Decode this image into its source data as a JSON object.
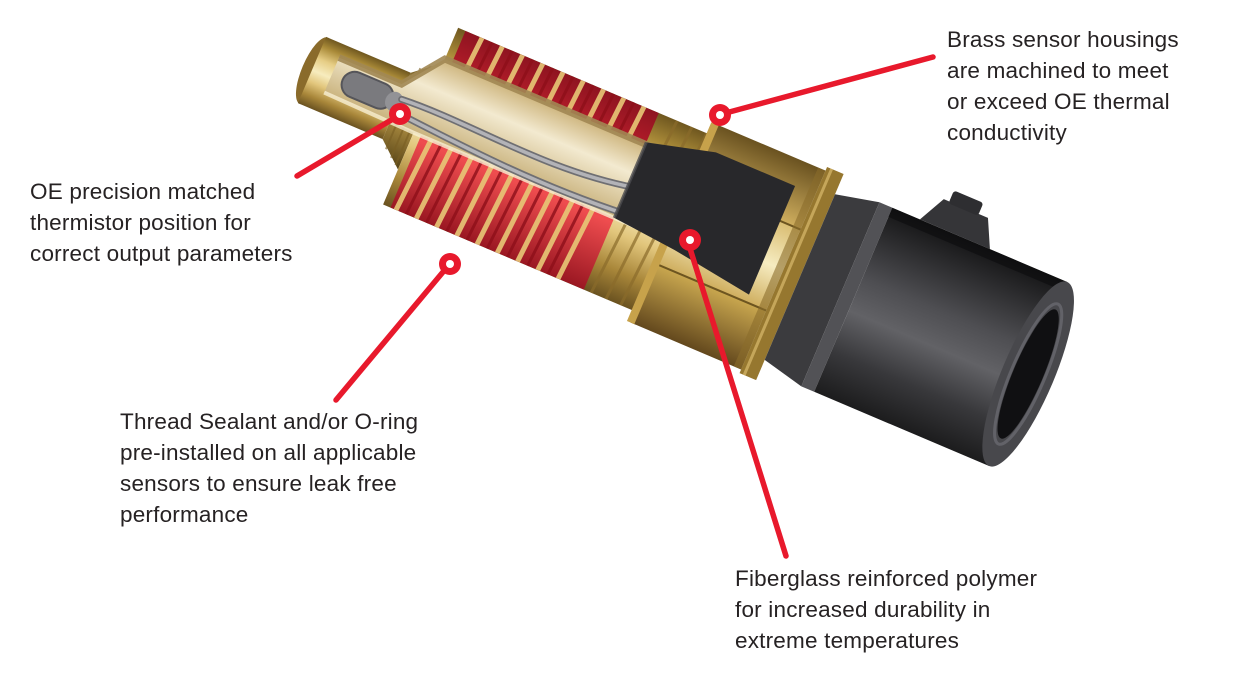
{
  "page": {
    "background_color": "#ffffff",
    "accent_color": "#e8192c",
    "text_color": "#262223"
  },
  "illustration_colors": {
    "brass": "#d9ba6d",
    "thread_sealant_red": "#d92433",
    "polymer_black": "#2a2a2c",
    "thermistor_gray": "#8c8c90"
  },
  "annotations": {
    "brass_housing": {
      "text": "Brass sensor housings\nare machined to meet\nor exceed OE thermal\nconductivity"
    },
    "thermistor": {
      "text": "OE precision matched\nthermistor position for\ncorrect output parameters"
    },
    "thread_sealant": {
      "text": "Thread Sealant and/or O-ring\npre-installed on all applicable\nsensors to ensure leak free\nperformance"
    },
    "fiberglass": {
      "text": "Fiberglass reinforced polymer\nfor increased durability in\nextreme temperatures"
    }
  }
}
